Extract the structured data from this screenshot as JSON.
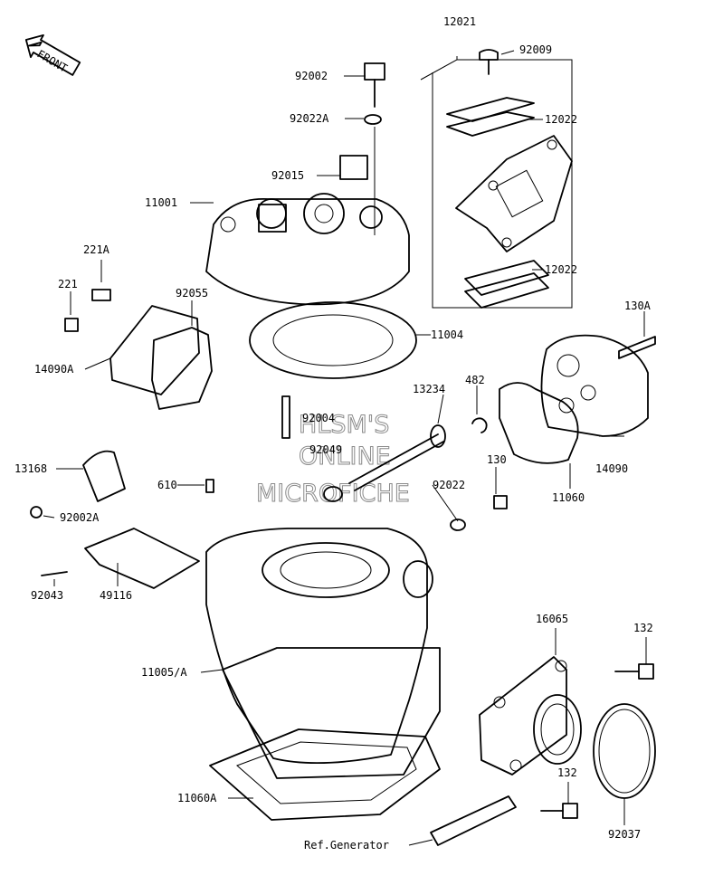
{
  "front_marker": {
    "text": "FRONT",
    "icon": "front-arrow-icon"
  },
  "watermark": [
    "HLSM'S",
    "ONLINE",
    "MICROFICHE"
  ],
  "parts": [
    {
      "id": "p12021",
      "label": "12021"
    },
    {
      "id": "p92009",
      "label": "92009"
    },
    {
      "id": "p92002",
      "label": "92002"
    },
    {
      "id": "p92022a",
      "label": "92022A"
    },
    {
      "id": "p12022a",
      "label": "12022"
    },
    {
      "id": "p92015",
      "label": "92015"
    },
    {
      "id": "p11001",
      "label": "11001"
    },
    {
      "id": "p12022b",
      "label": "12022"
    },
    {
      "id": "p221a",
      "label": "221A"
    },
    {
      "id": "p221",
      "label": "221"
    },
    {
      "id": "p92055",
      "label": "92055"
    },
    {
      "id": "p130a",
      "label": "130A"
    },
    {
      "id": "p11004",
      "label": "11004"
    },
    {
      "id": "p14090a",
      "label": "14090A"
    },
    {
      "id": "p13234",
      "label": "13234"
    },
    {
      "id": "p482",
      "label": "482"
    },
    {
      "id": "p92004",
      "label": "92004"
    },
    {
      "id": "p92049",
      "label": "92049"
    },
    {
      "id": "p14090",
      "label": "14090"
    },
    {
      "id": "p13168",
      "label": "13168"
    },
    {
      "id": "p130",
      "label": "130"
    },
    {
      "id": "p610",
      "label": "610"
    },
    {
      "id": "p92022",
      "label": "92022"
    },
    {
      "id": "p11060",
      "label": "11060"
    },
    {
      "id": "p92002a",
      "label": "92002A"
    },
    {
      "id": "p92043",
      "label": "92043"
    },
    {
      "id": "p49116",
      "label": "49116"
    },
    {
      "id": "p16065",
      "label": "16065"
    },
    {
      "id": "p132a",
      "label": "132"
    },
    {
      "id": "p11005a",
      "label": "11005/A"
    },
    {
      "id": "p132b",
      "label": "132"
    },
    {
      "id": "p11060a",
      "label": "11060A"
    },
    {
      "id": "p92037",
      "label": "92037"
    },
    {
      "id": "pref",
      "label": "Ref.Generator"
    }
  ]
}
